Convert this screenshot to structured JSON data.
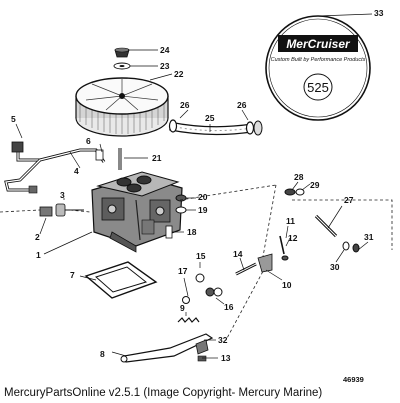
{
  "footer": {
    "credit": "MercuryPartsOnline v2.5.1 (Image Copyright- Mercury Marine)"
  },
  "figure_id": "46939",
  "decal": {
    "brand": "MerCruiser",
    "tagline": "Custom Built by Performance Products",
    "model": "525"
  },
  "callouts": [
    "1",
    "2",
    "3",
    "4",
    "5",
    "6",
    "7",
    "8",
    "9",
    "10",
    "11",
    "12",
    "13",
    "14",
    "15",
    "16",
    "17",
    "18",
    "19",
    "20",
    "21",
    "22",
    "23",
    "24",
    "25",
    "26",
    "27",
    "28",
    "29",
    "30",
    "31",
    "32",
    "33"
  ]
}
